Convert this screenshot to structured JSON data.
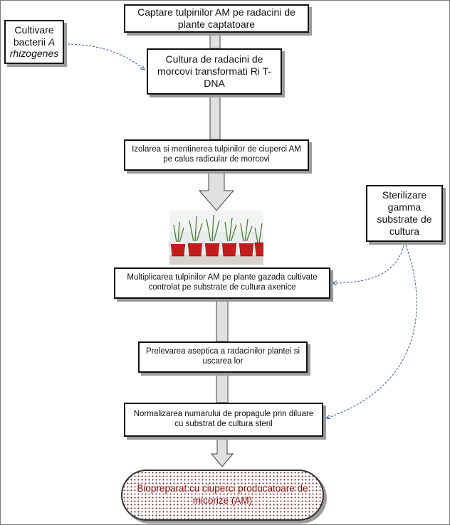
{
  "steps": [
    {
      "text": "Captare tulpinilor AM pe radacini de plante captatoare"
    },
    {
      "text": "Cultura de radacini de morcovi transformati Ri T-DNA"
    },
    {
      "text": "Izolarea si mentinerea tulpinilor de ciuperci AM pe calus radicular de morcovi"
    },
    {
      "text": "Multiplicarea tulpinilor AM pe plante gazada cultivate controlat pe substrate de cultura axenice"
    },
    {
      "text": "Prelevarea aseptica a radacinilor plantei si uscarea lor"
    },
    {
      "text": "Normalizarea numarului de propagule prin diluare cu substrat de cultura steril"
    }
  ],
  "side_left": {
    "line1": "Cultivare",
    "line2a": "bacterii ",
    "line2b": "A",
    "line3": "rhizogenes"
  },
  "side_right": {
    "text": "Sterilizare gamma substrate de cultura"
  },
  "final": {
    "text": "Biopreparat cu ciuperci producatoare de micorize (AM)"
  },
  "colors": {
    "arrow_fill": "#e0e0e0",
    "arrow_stroke": "#444444",
    "dashed": "#3a5aa0",
    "final_text": "#8b0000"
  }
}
